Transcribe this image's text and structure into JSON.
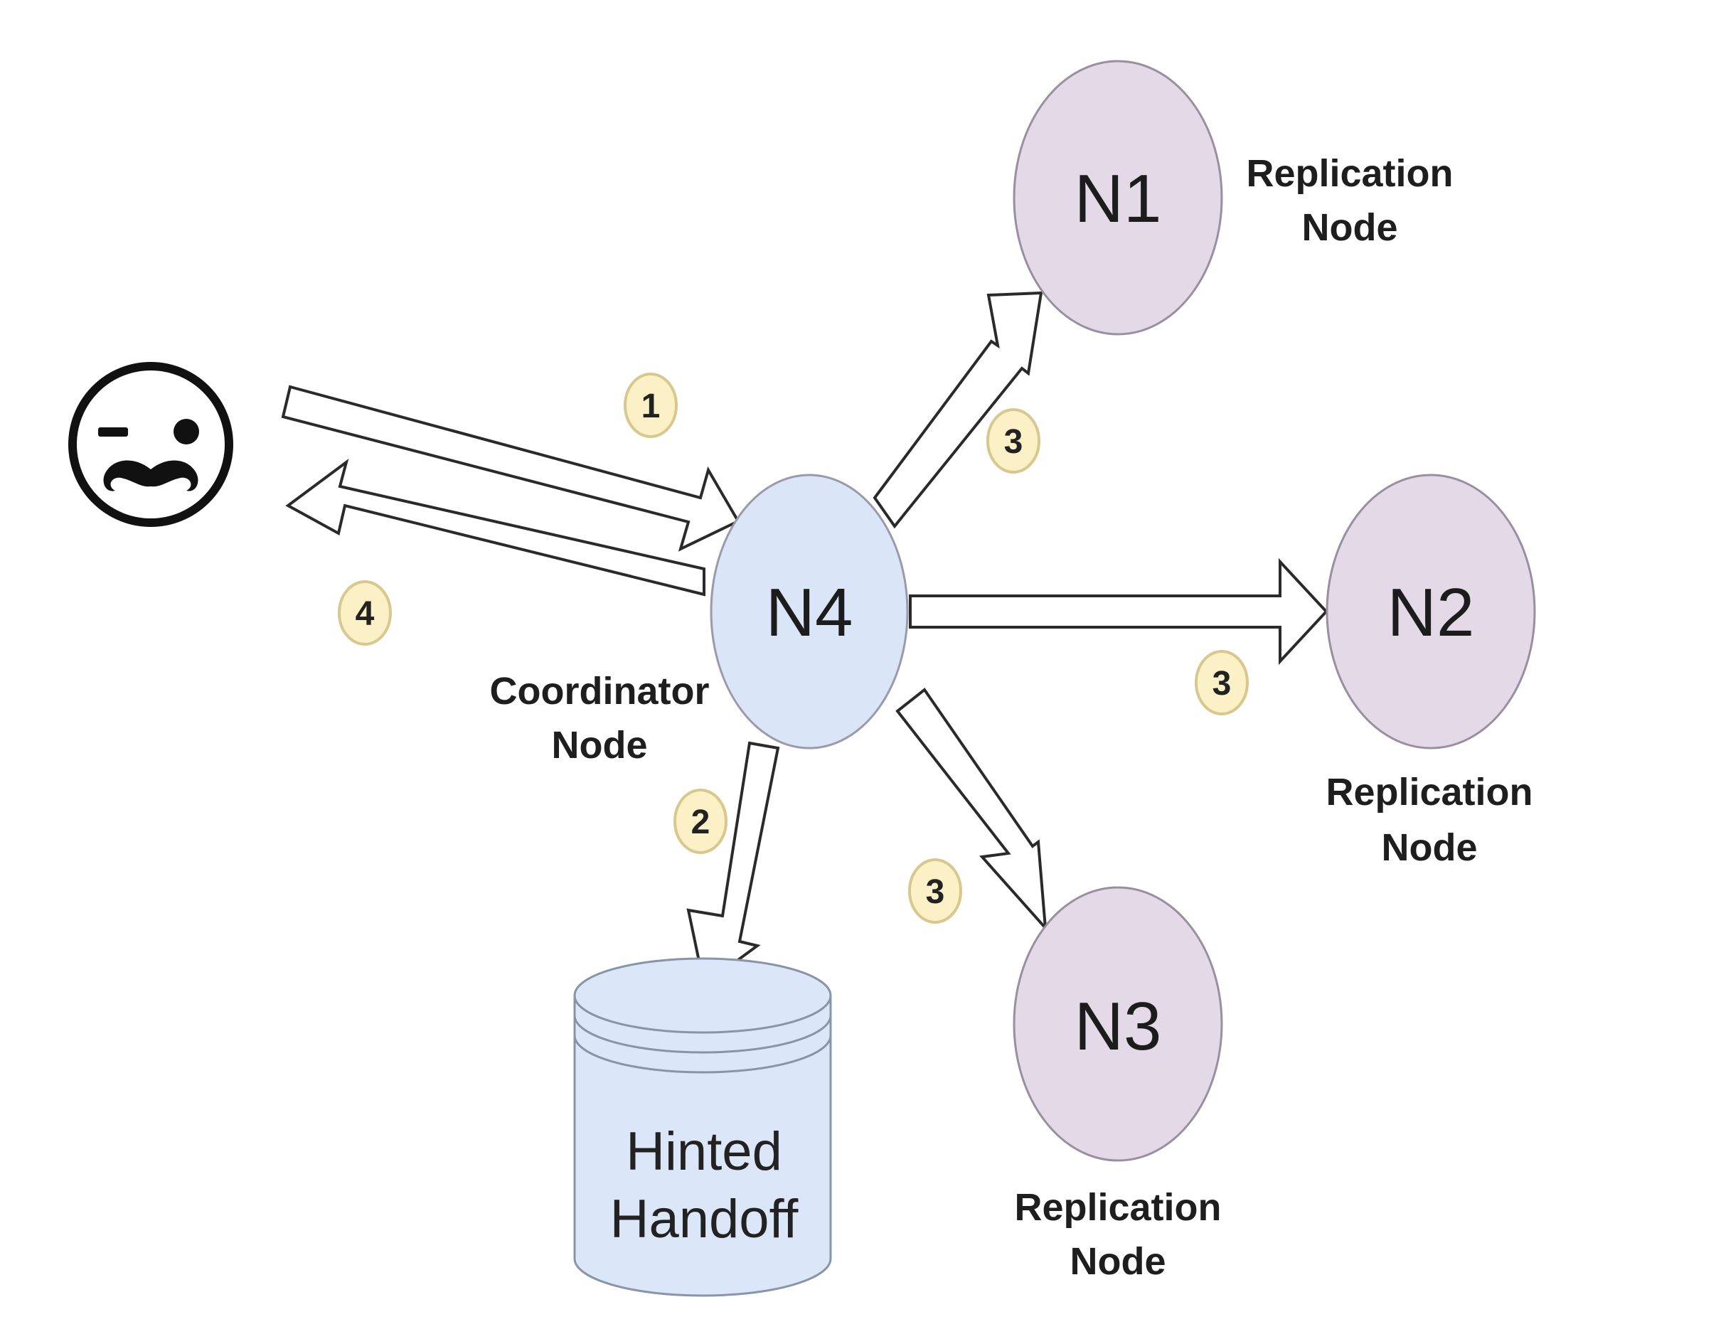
{
  "nodes": {
    "n1": {
      "label": "N1",
      "caption_line1": "Replication",
      "caption_line2": "Node"
    },
    "n2": {
      "label": "N2",
      "caption_line1": "Replication",
      "caption_line2": "Node"
    },
    "n3": {
      "label": "N3",
      "caption_line1": "Replication",
      "caption_line2": "Node"
    },
    "n4": {
      "label": "N4",
      "caption_line1": "Coordinator",
      "caption_line2": "Node"
    }
  },
  "store": {
    "line1": "Hinted",
    "line2": "Handoff"
  },
  "steps": {
    "request": "1",
    "handoff": "2",
    "replicate_n1": "3",
    "replicate_n2": "3",
    "replicate_n3": "3",
    "response": "4"
  },
  "user_icon": "monocle-mustache-face-icon",
  "colors": {
    "coordinator_fill": "#dae6f8",
    "replica_fill": "#e4d9e7",
    "store_fill": "#dbe6f8",
    "badge_fill": "#fbf0c6",
    "badge_stroke": "#d8c88e",
    "arrow_fill": "#ffffff",
    "outline": "#2a2a2a"
  }
}
